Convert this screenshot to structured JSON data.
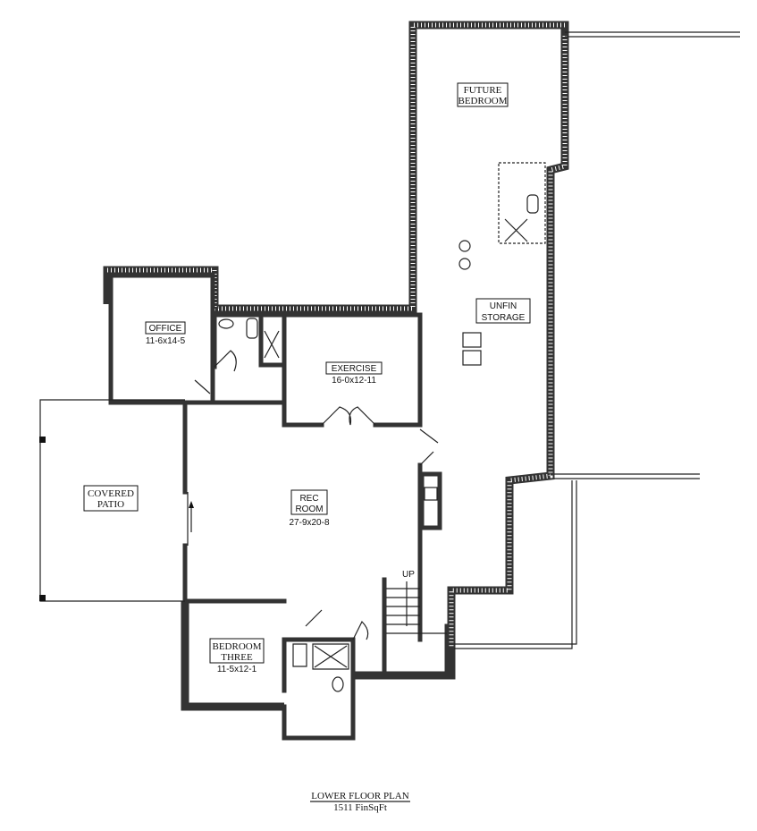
{
  "plan": {
    "title": "LOWER FLOOR PLAN",
    "subtitle": "1511 FinSqFt"
  },
  "rooms": {
    "future_bedroom": {
      "line1": "FUTURE",
      "line2": "BEDROOM"
    },
    "unfin_storage": {
      "line1": "UNFIN",
      "line2": "STORAGE"
    },
    "office": {
      "name": "OFFICE",
      "size": "11-6x14-5"
    },
    "exercise": {
      "name": "EXERCISE",
      "size": "16-0x12-11"
    },
    "rec_room": {
      "line1": "REC",
      "line2": "ROOM",
      "size": "27-9x20-8"
    },
    "covered_patio": {
      "line1": "COVERED",
      "line2": "PATIO"
    },
    "bedroom_three": {
      "line1": "BEDROOM",
      "line2": "THREE",
      "size": "11-5x12-1"
    }
  },
  "stairs": {
    "label": "UP"
  }
}
